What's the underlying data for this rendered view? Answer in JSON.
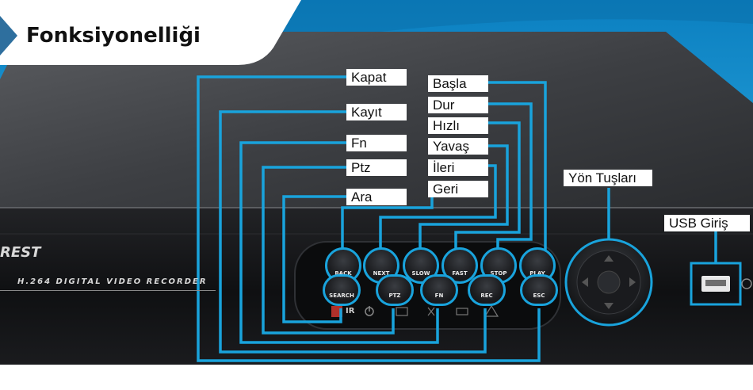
{
  "title": "Fonksiyonelliği",
  "device": {
    "brand_text": "REST",
    "model_text": "H.264 DIGITAL VIDEO RECORDER"
  },
  "labels": {
    "kapat": "Kapat",
    "kayit": "Kayıt",
    "fn": "Fn",
    "ptz": "Ptz",
    "ara": "Ara",
    "basla": "Başla",
    "dur": "Dur",
    "hizli": "Hızlı",
    "yavas": "Yavaş",
    "ileri": "İleri",
    "geri": "Geri",
    "yon_tuslari": "Yön Tuşları",
    "usb_giris": "USB Giriş"
  },
  "buttons": {
    "back": "BACK",
    "next": "NEXT",
    "slow": "SLOW",
    "fast": "FAST",
    "stop": "STOP",
    "play": "PLAY",
    "search": "SEARCH",
    "ptz": "PTZ",
    "fn": "FN",
    "rec": "REC",
    "esc": "ESC"
  },
  "indicators": {
    "ir": "IR"
  },
  "colors": {
    "accent": "#19a3dc",
    "panel_dark": "#151618",
    "top_gray": "#4a4c50"
  }
}
